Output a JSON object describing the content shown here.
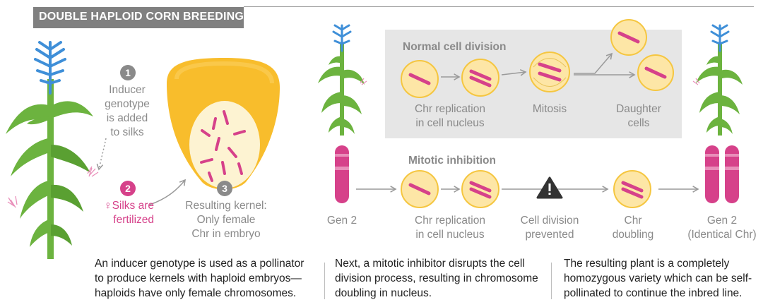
{
  "title": "DOUBLE HAPLOID CORN BREEDING",
  "step1": {
    "number": "1",
    "text": [
      "Inducer",
      "genotype",
      "is added",
      "to silks"
    ]
  },
  "step2": {
    "number": "2",
    "symbol": "♀",
    "text": [
      "Silks are",
      "fertilized"
    ]
  },
  "step3": {
    "number": "3",
    "text": [
      "Resulting kernel:",
      "Only female",
      "Chr in embryo"
    ]
  },
  "normal_division": {
    "title": "Normal cell division",
    "labels": [
      [
        "Chr replication",
        "in cell nucleus"
      ],
      [
        "Mitosis"
      ],
      [
        "Daughter",
        "cells"
      ]
    ]
  },
  "mitotic_inhibition": {
    "title": "Mitotic inhibition",
    "labels": [
      [
        "Gen 2"
      ],
      [
        "Chr replication",
        "in cell nucleus"
      ],
      [
        "Cell division",
        "prevented"
      ],
      [
        "Chr",
        "doubling"
      ],
      [
        "Gen 2",
        "(Identical Chr)"
      ]
    ],
    "warning_icon": "warning-triangle-icon"
  },
  "descriptions": [
    [
      "An inducer genotype is used as a pollinator",
      "to produce kernels with haploid embryos—",
      "haploids have only female chromosomes."
    ],
    [
      "Next, a mitotic inhibitor disrupts the cell",
      "division process, resulting in chromosome",
      "doubling in nucleus."
    ],
    [
      "The resulting plant is a completely",
      "homozygous variety which can be self-",
      "pollinated to continue the inbred line."
    ]
  ],
  "colors": {
    "cell_fill": "#fde6a6",
    "cell_stroke": "#f5c640",
    "chromosome": "#d6418a",
    "kernel": "#f8bd2c",
    "leaf_green": "#6cb33f",
    "tassel_blue": "#3f8fd8",
    "panel_gray": "#e6e6e6",
    "label_gray": "#8a8a8a"
  }
}
